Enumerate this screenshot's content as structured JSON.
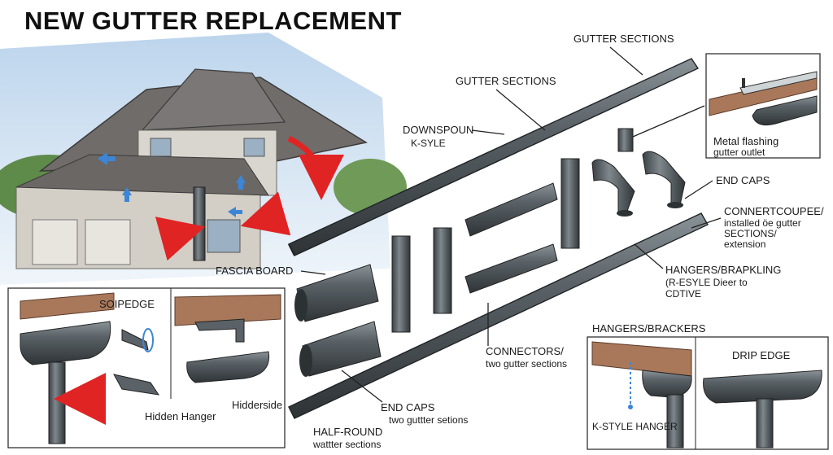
{
  "title": "NEW GUTTER REPLACEMENT",
  "labels": {
    "gutter_sections_top": "GUTTER SECTIONS",
    "gutter_sections_mid": "GUTTER SECTIONS",
    "downspout": "DOWNSPOUN",
    "k_style": "K-SYLE",
    "fascia_board": "FASCIA BOARD",
    "end_caps_right": "END CAPS",
    "connector_1": "CONNERTCOUPEE/",
    "connector_2": "installed öe gutter",
    "connector_3": "SECTIONS/",
    "connector_4": "extension",
    "hangers_1": "HANGERS/BRAPKLING",
    "hangers_2": "(R-ESYLE Dieer to",
    "hangers_3": "CDTIVE",
    "connectors_1": "CONNECTORS/",
    "connectors_2": "two gutter sections",
    "end_caps_bottom_1": "END CAPS",
    "end_caps_bottom_2": "two guttter setions",
    "half_round_1": "HALF-ROUND",
    "half_round_2": "wattter sections"
  },
  "insets": {
    "metal_flashing": {
      "title": "Metal flashing",
      "subtitle": "gutter outlet"
    },
    "bottom_left": {
      "soffit_edge": "SOIPEDGE",
      "hidden_hanger": "Hidden Hanger",
      "hidderside": "Hidderside"
    },
    "hangers_brackets": {
      "heading": "HANGERS/BRACKERS",
      "k_style_hanger": "K-STYLE HANGER",
      "drip_edge": "DRIP EDGE"
    }
  },
  "colors": {
    "pipe": "#4a5155",
    "pipe_dark": "#2c3134",
    "pipe_light": "#7d868b",
    "arrow_red": "#e02424",
    "arrow_blue": "#3d86d6",
    "wood": "#a9785a",
    "roof": "#6f6c6a",
    "siding": "#d9d6cf",
    "sky": "#bcd6ee"
  }
}
